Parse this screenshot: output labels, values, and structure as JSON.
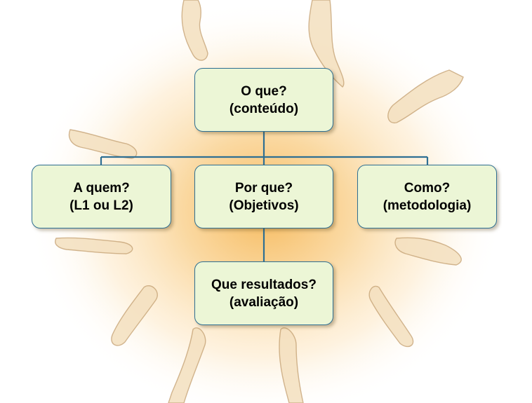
{
  "diagram": {
    "colors": {
      "box_fill": "#ecf6d6",
      "box_border": "#2e6f93",
      "connector": "#2e6f93",
      "glow": "#f7c77a"
    },
    "decoration": "hands-circle-icon",
    "nodes": {
      "root": {
        "line1": "O que?",
        "line2": "(conteúdo)"
      },
      "left": {
        "line1": "A quem?",
        "line2": "(L1 ou L2)"
      },
      "center": {
        "line1": "Por que?",
        "line2": "(Objetivos)"
      },
      "right": {
        "line1": "Como?",
        "line2": "(metodologia)"
      },
      "bottom": {
        "line1": "Que resultados?",
        "line2": "(avaliação)"
      }
    }
  }
}
